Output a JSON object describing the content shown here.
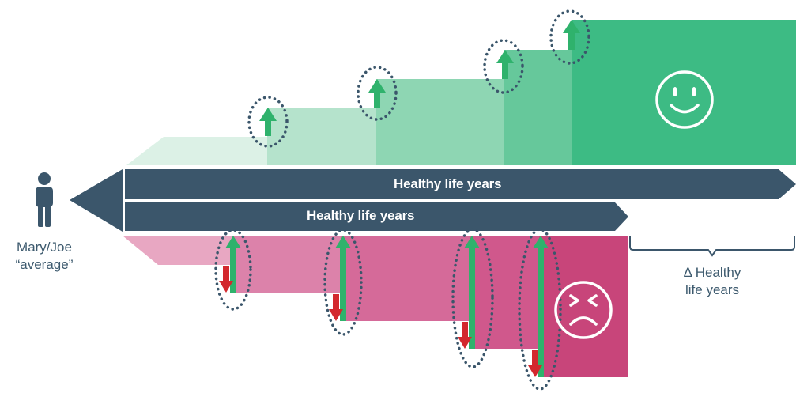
{
  "person_label_line1": "Mary/Joe",
  "person_label_line2": "“average”",
  "bar_top_label": "Healthy life years",
  "bar_bottom_label": "Healthy life years",
  "delta_label_line1": "Δ Healthy",
  "delta_label_line2": "life years",
  "icons": {
    "person": "person-icon",
    "happy": "happy-face-icon",
    "sad": "sad-face-icon",
    "up_arrow": "up-arrow-icon",
    "down_arrow": "down-arrow-icon"
  },
  "colors": {
    "bar": "#3b566b",
    "green_steps": [
      "#dcf1e6",
      "#b5e3cc",
      "#8ed6b3",
      "#66c89b",
      "#3dbb84"
    ],
    "pink_steps": [
      "#e8a7c2",
      "#dc82aa",
      "#d56a99",
      "#d0588c",
      "#c8457a"
    ],
    "arrow_up": "#2fb26c",
    "arrow_down": "#d3282e",
    "person": "#3b566b",
    "text": "#3d5a6e"
  }
}
